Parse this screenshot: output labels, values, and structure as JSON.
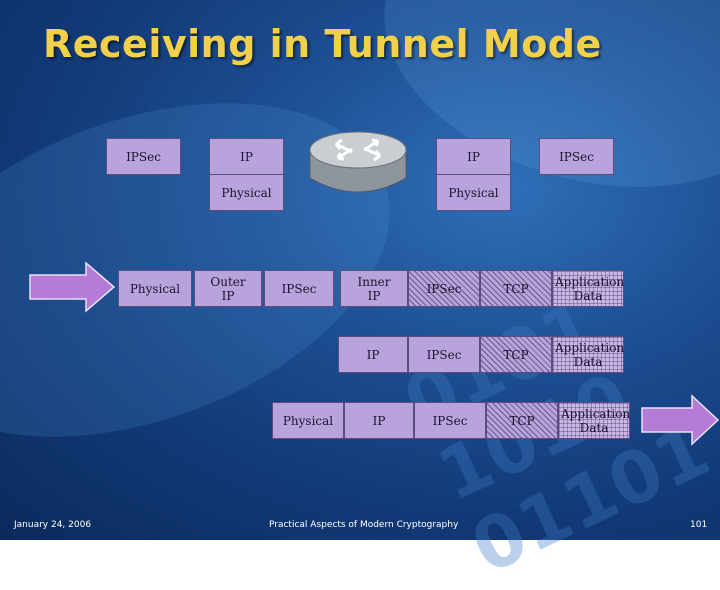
{
  "slide": {
    "title": "Receiving in Tunnel Mode",
    "footer_date": "January 24, 2006",
    "footer_center": "Practical Aspects of Modern Cryptography",
    "slide_number": "101"
  },
  "top_stack": {
    "left_ipsec": "IPSec",
    "left_ip": "IP",
    "left_physical": "Physical",
    "right_ip": "IP",
    "right_ipsec": "IPSec",
    "right_physical": "Physical",
    "router_icon": "router-icon"
  },
  "row1": {
    "physical": "Physical",
    "outer_ip": "Outer IP",
    "ipsec": "IPSec",
    "inner_ip": "Inner IP",
    "ipsec2": "IPSec",
    "tcp": "TCP",
    "app_data": "Application Data"
  },
  "row2": {
    "ip": "IP",
    "ipsec": "IPSec",
    "tcp": "TCP",
    "app_data": "Application Data"
  },
  "row3": {
    "physical": "Physical",
    "ip": "IP",
    "ipsec": "IPSec",
    "tcp": "TCP",
    "app_data": "Application Data"
  },
  "colors": {
    "title": "#f3d04a",
    "box_fill": "#b9a3dc",
    "box_border": "#5e4c80",
    "arrow_fill": "#b57bd6"
  }
}
